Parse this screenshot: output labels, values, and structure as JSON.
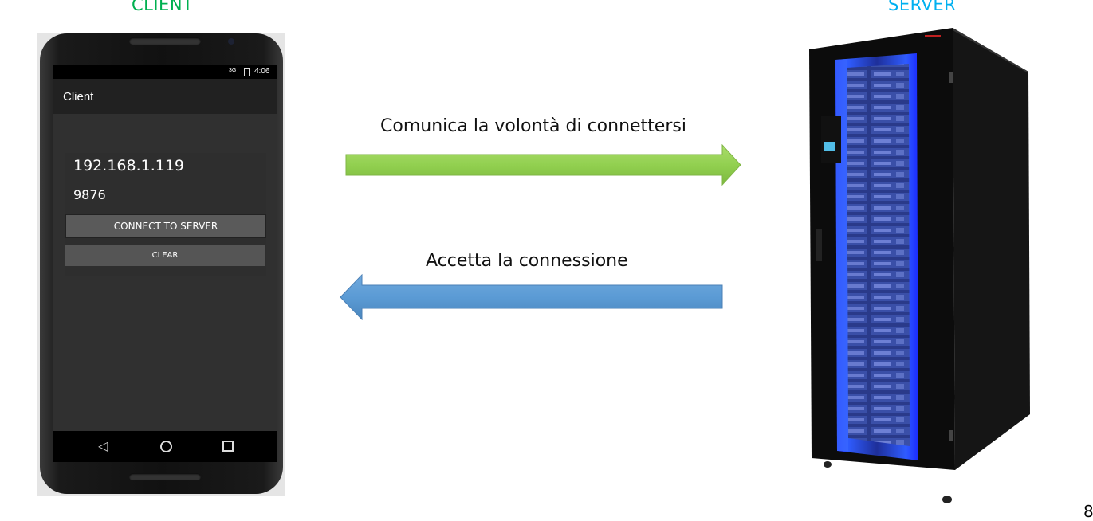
{
  "client": {
    "heading": "CLIENT",
    "color": "#00b050"
  },
  "server": {
    "heading": "SERVER",
    "color": "#00b0f0"
  },
  "phone": {
    "status_network": "3G",
    "status_time": "4:06",
    "app_title": "Client",
    "ip_value": "192.168.1.119",
    "port_value": "9876",
    "connect_button": "CONNECT TO SERVER",
    "clear_button": "CLEAR",
    "nav_icons": [
      "back-icon",
      "home-icon",
      "recents-icon"
    ]
  },
  "arrows": {
    "forward": {
      "label": "Comunica la volontà di connettersi",
      "color": "#92d050"
    },
    "back": {
      "label": "Accetta la connessione",
      "color": "#5b9bd5"
    }
  },
  "page_number": "8"
}
